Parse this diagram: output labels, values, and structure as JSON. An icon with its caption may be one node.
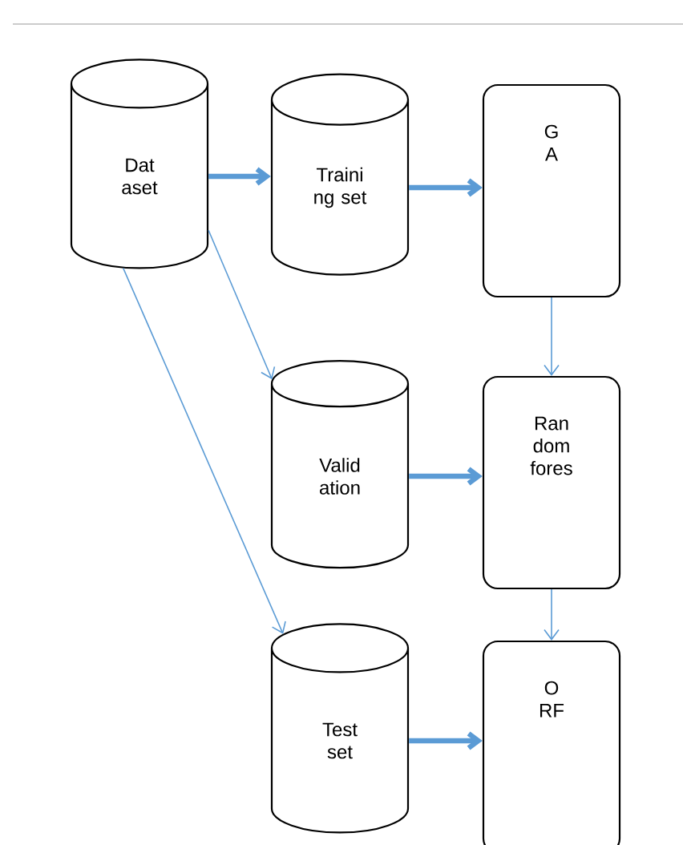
{
  "diagram": {
    "nodes": [
      {
        "text": [
          "Dat aset"
        ]
      },
      {
        "text": [
          "Traini ng set"
        ]
      },
      {
        "text": [
          "G A"
        ]
      },
      {
        "text": [
          "Valid ation"
        ]
      },
      {
        "text": [
          "Ran dom fores"
        ]
      },
      {
        "text": [
          "Test set"
        ]
      },
      {
        "text": [
          "O RF"
        ]
      }
    ],
    "edges": [
      {
        "from": 0,
        "to": 1,
        "arrow": "to",
        "style": "thick"
      },
      {
        "from": 1,
        "to": 2,
        "arrow": "to",
        "style": "thick"
      },
      {
        "from": 0,
        "to": 3,
        "arrow": "to"
      },
      {
        "from": 0,
        "to": 5,
        "arrow": "to"
      },
      {
        "from": 2,
        "to": 4,
        "arrow": "to"
      },
      {
        "from": 3,
        "to": 4,
        "arrow": "to",
        "style": "thick"
      },
      {
        "from": 4,
        "to": 6,
        "arrow": "to"
      },
      {
        "from": 5,
        "to": 6,
        "arrow": "to",
        "style": "thick"
      }
    ]
  }
}
